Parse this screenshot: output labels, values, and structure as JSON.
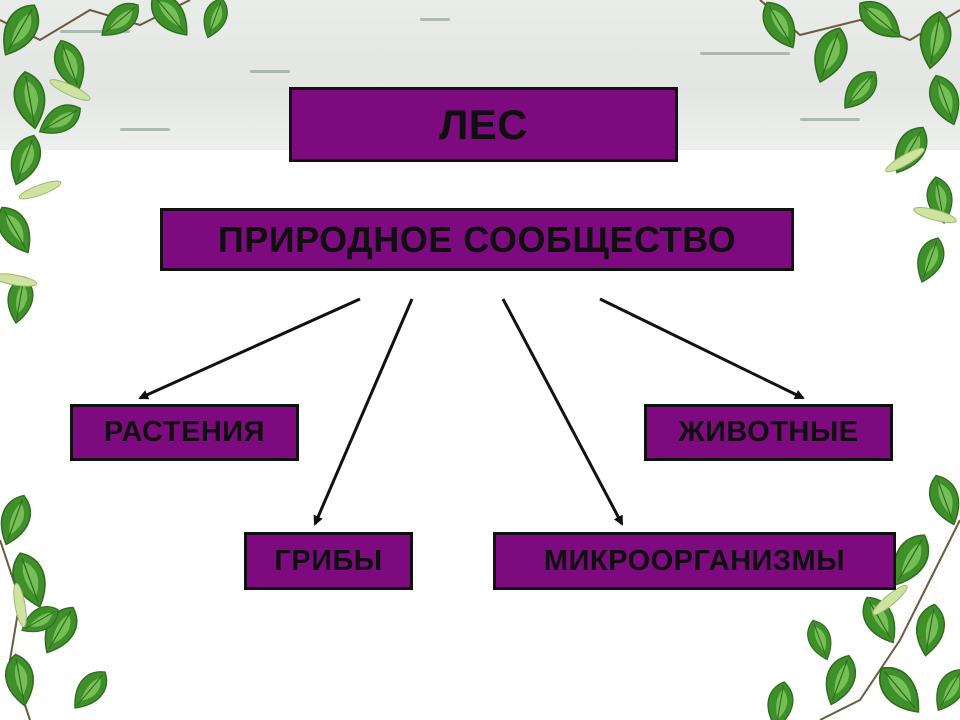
{
  "diagram": {
    "root": {
      "label": "ЛЕС"
    },
    "subtitle": {
      "label": "ПРИРОДНОЕ СООБЩЕСТВО"
    },
    "children": [
      {
        "id": "plants",
        "label": "РАСТЕНИЯ"
      },
      {
        "id": "fungi",
        "label": "ГРИБЫ"
      },
      {
        "id": "microorganisms",
        "label": "МИКРООРГАНИЗМЫ"
      },
      {
        "id": "animals",
        "label": "ЖИВОТНЫЕ"
      }
    ],
    "edges": [
      {
        "from": "subtitle",
        "to": "plants"
      },
      {
        "from": "subtitle",
        "to": "fungi"
      },
      {
        "from": "subtitle",
        "to": "microorganisms"
      },
      {
        "from": "subtitle",
        "to": "animals"
      }
    ]
  },
  "colors": {
    "box_fill": "#7d0a7f",
    "box_border": "#111111",
    "label_text": "#0f0f0f",
    "arrow": "#111111",
    "leaf_dark": "#3f8f2b",
    "leaf_light": "#8fd16a",
    "catkin": "#cfe3a0",
    "bark_band": "#e6e9e6"
  },
  "decor": {
    "leaf_icon": "birch-leaf-icon",
    "catkin_icon": "catkin-icon"
  }
}
